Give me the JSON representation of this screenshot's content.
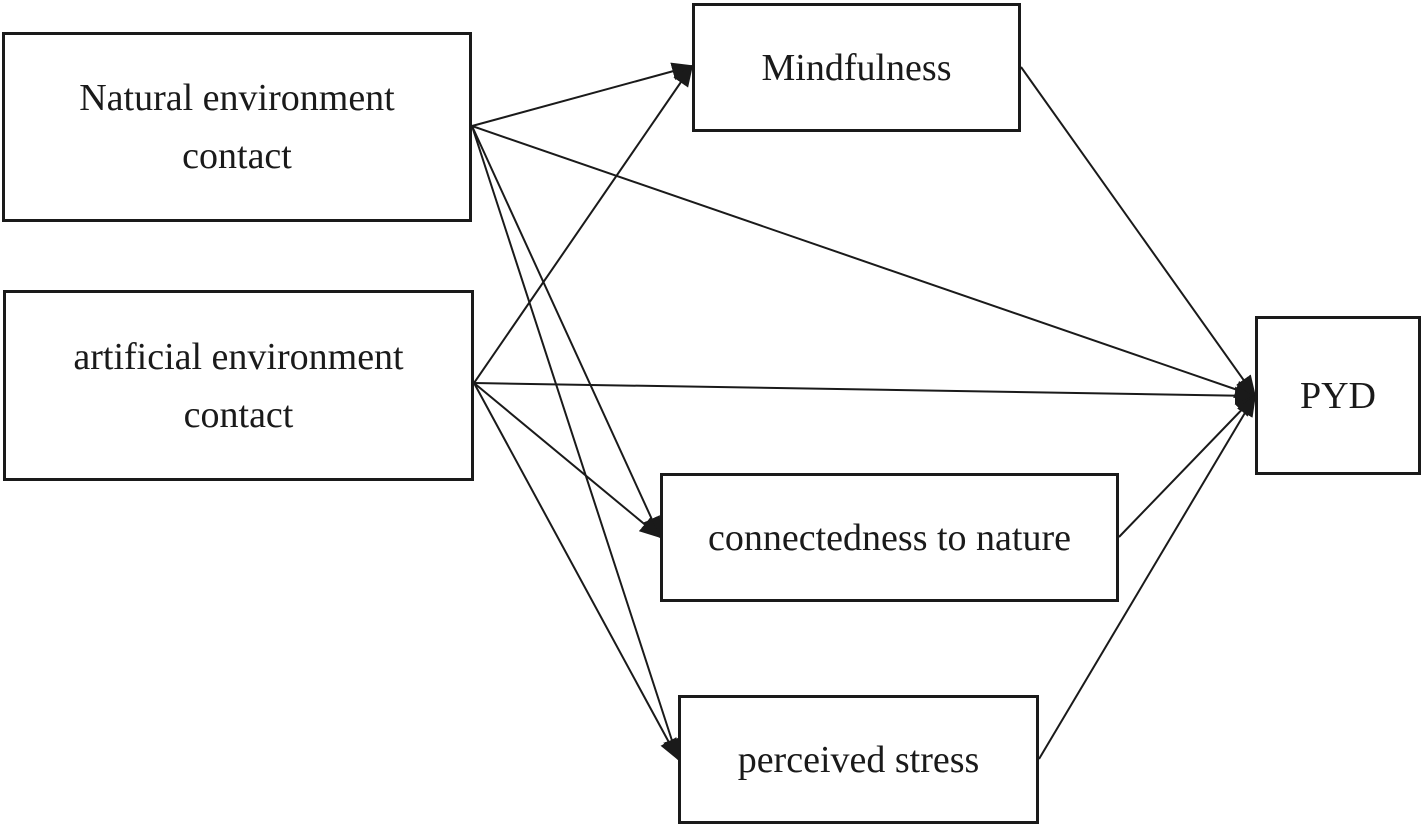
{
  "nodes": {
    "natural": {
      "line1": "Natural environment",
      "line2": "contact"
    },
    "artificial": {
      "line1": "artificial environment",
      "line2": "contact"
    },
    "mindfulness": {
      "label": "Mindfulness"
    },
    "connectedness": {
      "label": "connectedness to nature"
    },
    "stress": {
      "label": "perceived stress"
    },
    "pyd": {
      "label": "PYD"
    }
  },
  "edges": [
    {
      "from": "Natural environment contact",
      "to": "Mindfulness"
    },
    {
      "from": "Natural environment contact",
      "to": "connectedness to nature"
    },
    {
      "from": "Natural environment contact",
      "to": "perceived stress"
    },
    {
      "from": "Natural environment contact",
      "to": "PYD"
    },
    {
      "from": "artificial environment contact",
      "to": "Mindfulness"
    },
    {
      "from": "artificial environment contact",
      "to": "connectedness to nature"
    },
    {
      "from": "artificial environment contact",
      "to": "perceived stress"
    },
    {
      "from": "artificial environment contact",
      "to": "PYD"
    },
    {
      "from": "Mindfulness",
      "to": "PYD"
    },
    {
      "from": "connectedness to nature",
      "to": "PYD"
    },
    {
      "from": "perceived stress",
      "to": "PYD"
    }
  ]
}
